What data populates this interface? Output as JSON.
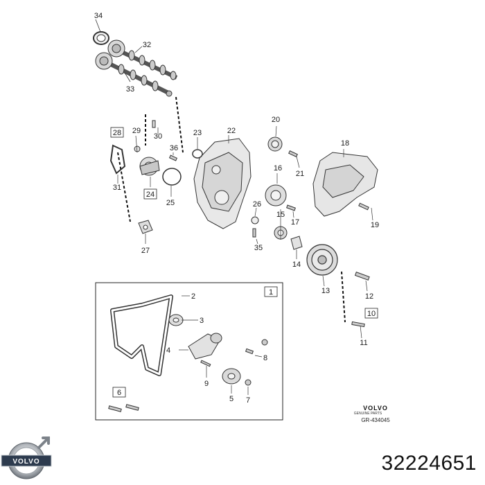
{
  "callouts": [
    {
      "id": "c1",
      "text": "1"
    },
    {
      "id": "c2",
      "text": "2"
    },
    {
      "id": "c3",
      "text": "3"
    },
    {
      "id": "c4",
      "text": "4"
    },
    {
      "id": "c5",
      "text": "5"
    },
    {
      "id": "c6",
      "text": "6"
    },
    {
      "id": "c7",
      "text": "7"
    },
    {
      "id": "c8",
      "text": "8"
    },
    {
      "id": "c9",
      "text": "9"
    },
    {
      "id": "c10",
      "text": "10"
    },
    {
      "id": "c11",
      "text": "11"
    },
    {
      "id": "c12",
      "text": "12"
    },
    {
      "id": "c13",
      "text": "13"
    },
    {
      "id": "c14",
      "text": "14"
    },
    {
      "id": "c15",
      "text": "15"
    },
    {
      "id": "c16",
      "text": "16"
    },
    {
      "id": "c17",
      "text": "17"
    },
    {
      "id": "c18",
      "text": "18"
    },
    {
      "id": "c19",
      "text": "19"
    },
    {
      "id": "c20",
      "text": "20"
    },
    {
      "id": "c21",
      "text": "21"
    },
    {
      "id": "c22",
      "text": "22"
    },
    {
      "id": "c23",
      "text": "23"
    },
    {
      "id": "c24",
      "text": "24"
    },
    {
      "id": "c25",
      "text": "25"
    },
    {
      "id": "c26",
      "text": "26"
    },
    {
      "id": "c27",
      "text": "27"
    },
    {
      "id": "c28",
      "text": "28"
    },
    {
      "id": "c29",
      "text": "29"
    },
    {
      "id": "c30",
      "text": "30"
    },
    {
      "id": "c31",
      "text": "31"
    },
    {
      "id": "c32",
      "text": "32"
    },
    {
      "id": "c33",
      "text": "33"
    },
    {
      "id": "c34",
      "text": "34"
    },
    {
      "id": "c35",
      "text": "35"
    },
    {
      "id": "c36",
      "text": "36"
    }
  ],
  "brand": {
    "name": "VOLVO",
    "sub": "GENUINE PARTS"
  },
  "reference_code": "GR-434045",
  "logo_text": "VOLVO",
  "part_number": "32224651",
  "colors": {
    "ink": "#2a2a2a",
    "logo_blue": "#2d3b4e",
    "logo_ring": "#8a8f96"
  }
}
